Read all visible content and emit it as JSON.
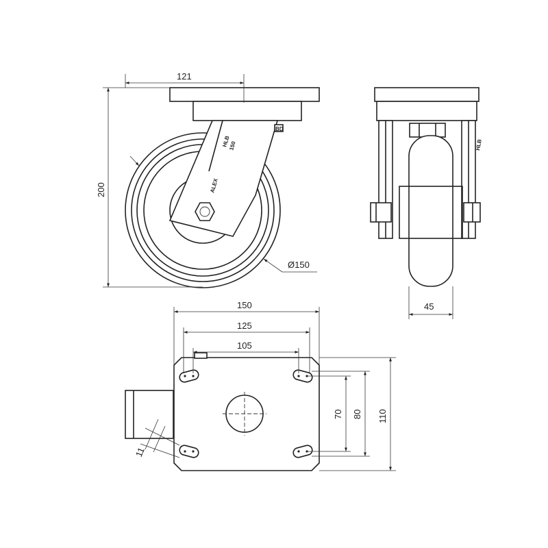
{
  "dimensions": {
    "top_plate_offset": "121",
    "overall_height": "200",
    "wheel_diameter": "Ø150",
    "wheel_width": "45",
    "plate_length": "150",
    "hole_spacing_outer": "125",
    "hole_spacing_inner": "105",
    "hole_spacing_70": "70",
    "hole_spacing_80": "80",
    "plate_width": "110",
    "slot_width": "11"
  },
  "markings": {
    "fork_text_1": "HLB",
    "fork_text_2": "150",
    "fork_logo": "ALEX",
    "bolt_label": "BD"
  },
  "colors": {
    "line": "#222222",
    "background": "#ffffff"
  }
}
